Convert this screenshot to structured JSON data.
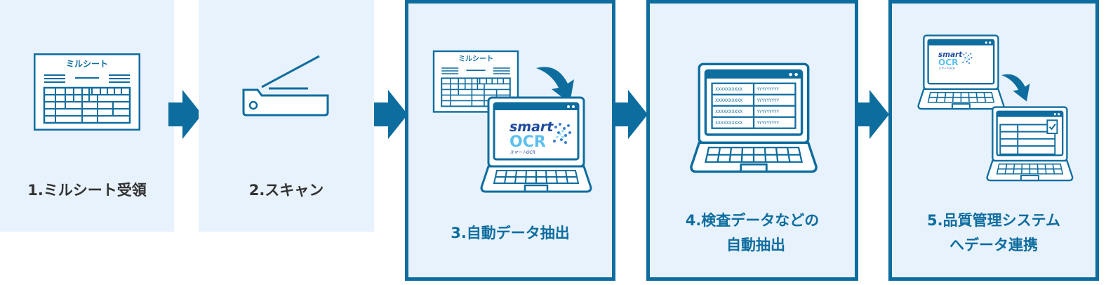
{
  "colors": {
    "panel_bg": "#e8f2fc",
    "accent": "#0e6d9f",
    "text_dark": "#333333"
  },
  "steps": [
    {
      "label": "1.ミルシート受領",
      "icon": "mill-sheet-document-icon",
      "doc_title": "ミルシート"
    },
    {
      "label": "2.スキャン",
      "icon": "scanner-icon"
    },
    {
      "label": "3.自動データ抽出",
      "icon": "document-to-laptop-ocr-icon",
      "doc_title": "ミルシート",
      "logo_top": "smart",
      "logo_bottom": "OCR",
      "logo_sub": "スマートOCR"
    },
    {
      "label_line1": "4.検査データなどの",
      "label_line2": "自動抽出",
      "icon": "laptop-table-icon",
      "cell_left": "XXXXXXXXXX",
      "cell_right": "YYYYYYYYY"
    },
    {
      "label_line1": "5.品質管理システム",
      "label_line2": "へデータ連携",
      "icon": "laptop-to-laptop-icon",
      "logo_top": "smart",
      "logo_bottom": "OCR",
      "logo_sub": "スマートOCR"
    }
  ]
}
